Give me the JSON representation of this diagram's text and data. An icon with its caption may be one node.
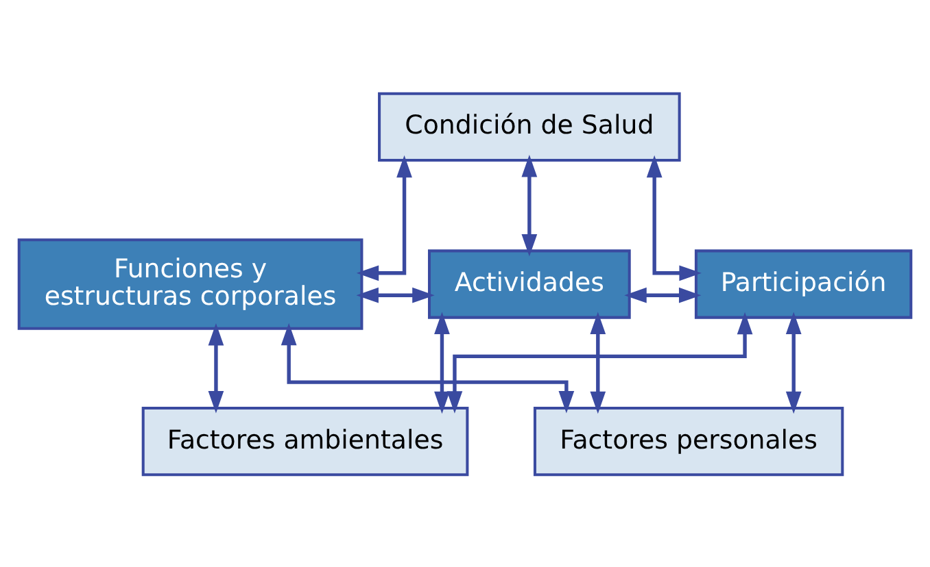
{
  "diagram": {
    "nodes": [
      {
        "text": [
          "Condición de Salud"
        ]
      },
      {
        "text": [
          "Funciones y estructuras corporales"
        ]
      },
      {
        "text": [
          "Actividades"
        ]
      },
      {
        "text": [
          "Participación"
        ]
      },
      {
        "text": [
          "Factores ambientales"
        ]
      },
      {
        "text": [
          "Factores personales"
        ]
      }
    ],
    "edges": [
      {
        "from": 0,
        "to": 1,
        "arrow": "both"
      },
      {
        "from": 0,
        "to": 2,
        "arrow": "both"
      },
      {
        "from": 0,
        "to": 3,
        "arrow": "both"
      },
      {
        "from": 1,
        "to": 2,
        "arrow": "both"
      },
      {
        "from": 2,
        "to": 3,
        "arrow": "both"
      },
      {
        "from": 1,
        "to": 4,
        "arrow": "both"
      },
      {
        "from": 1,
        "to": 5,
        "arrow": "both"
      },
      {
        "from": 2,
        "to": 4,
        "arrow": "both"
      },
      {
        "from": 2,
        "to": 5,
        "arrow": "both"
      },
      {
        "from": 3,
        "to": 4,
        "arrow": "both"
      },
      {
        "from": 3,
        "to": 5,
        "arrow": "both"
      }
    ]
  }
}
